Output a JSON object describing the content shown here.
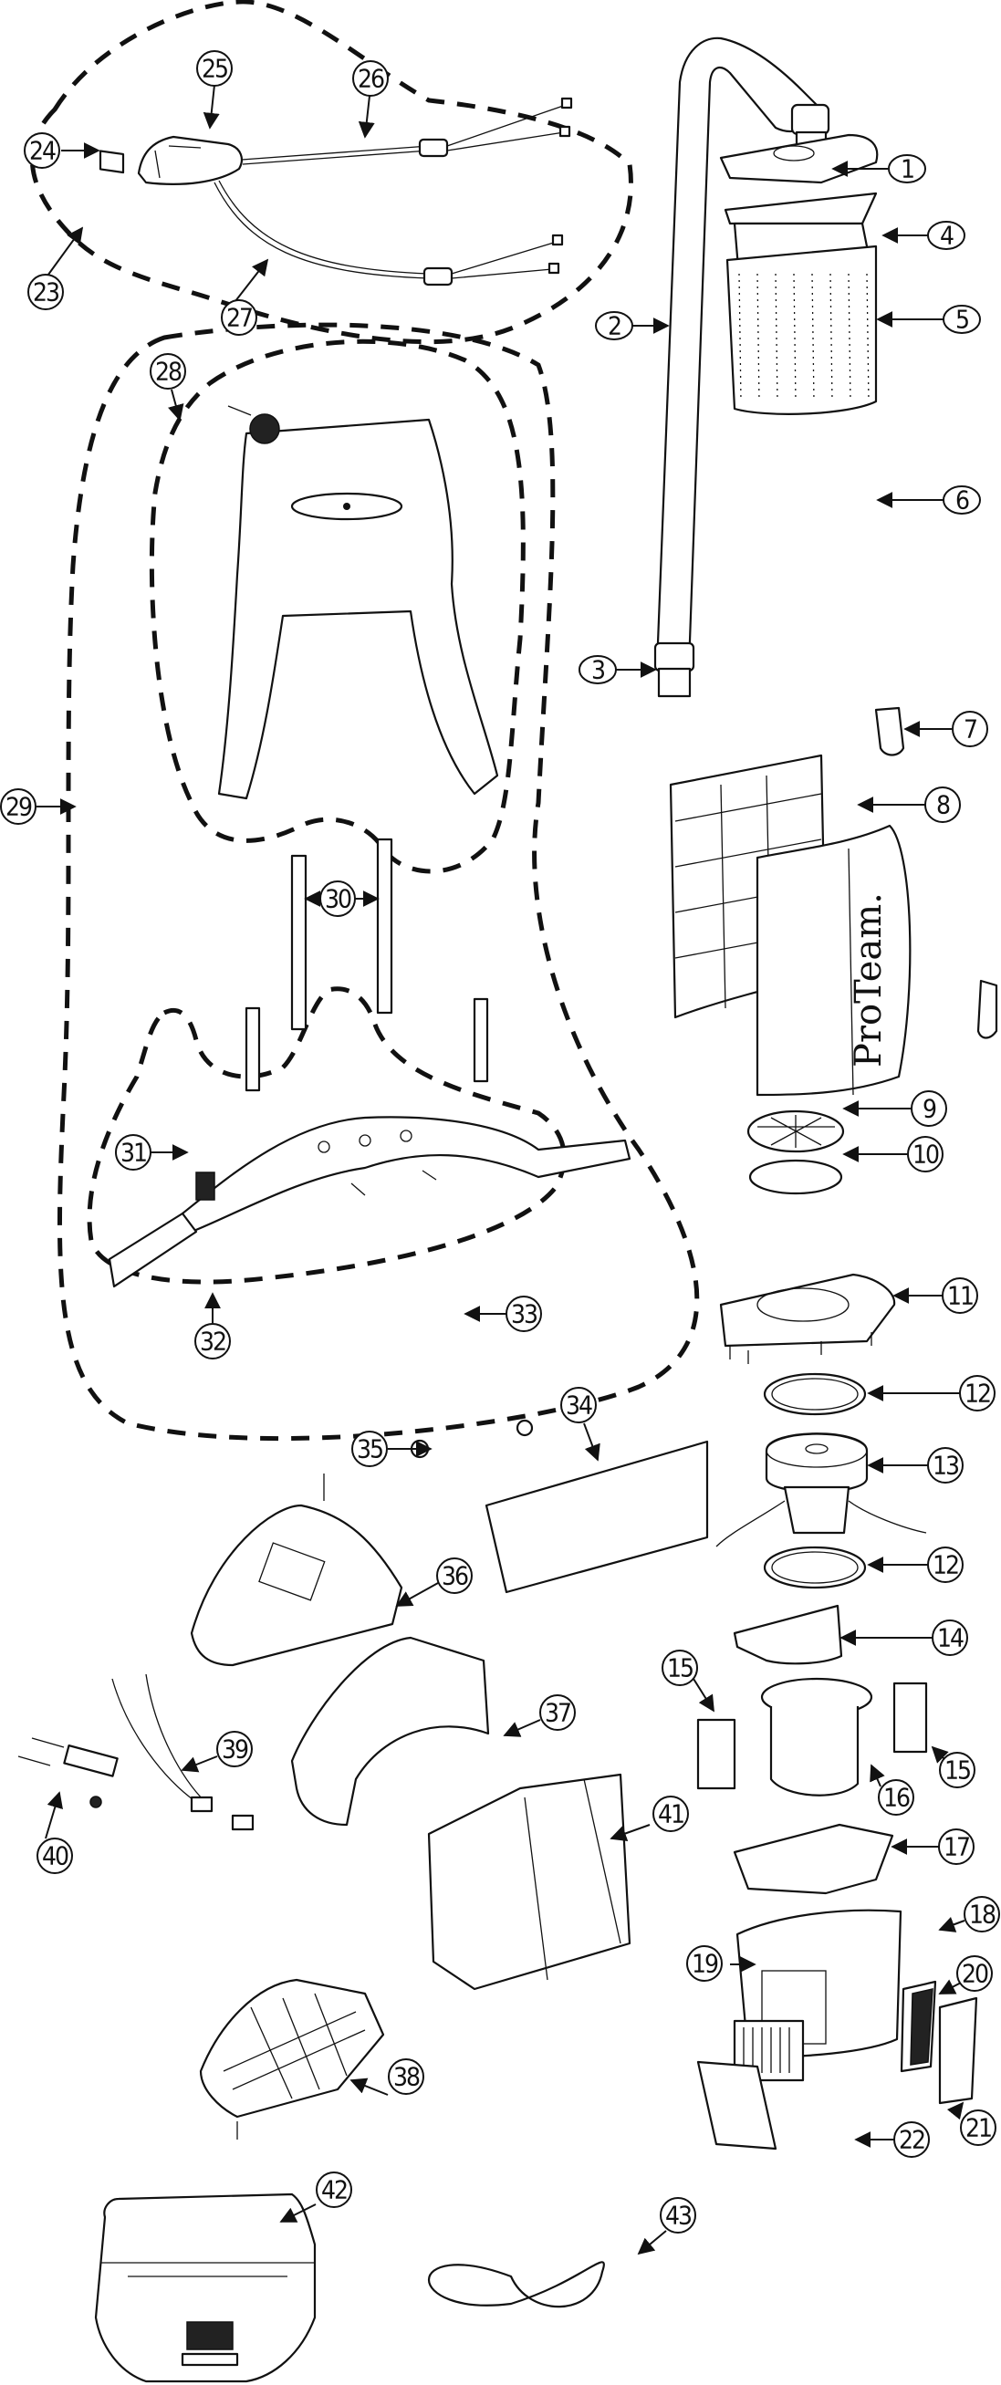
{
  "diagram": {
    "type": "exploded-parts-diagram",
    "brand_logo": "ProTeam.",
    "callouts": [
      {
        "id": "c1",
        "number": "1"
      },
      {
        "id": "c2",
        "number": "2"
      },
      {
        "id": "c3",
        "number": "3"
      },
      {
        "id": "c4",
        "number": "4"
      },
      {
        "id": "c5",
        "number": "5"
      },
      {
        "id": "c6",
        "number": "6"
      },
      {
        "id": "c7",
        "number": "7"
      },
      {
        "id": "c8",
        "number": "8"
      },
      {
        "id": "c9",
        "number": "9"
      },
      {
        "id": "c10",
        "number": "10"
      },
      {
        "id": "c11",
        "number": "11"
      },
      {
        "id": "c12a",
        "number": "12"
      },
      {
        "id": "c13",
        "number": "13"
      },
      {
        "id": "c12b",
        "number": "12"
      },
      {
        "id": "c14",
        "number": "14"
      },
      {
        "id": "c15a",
        "number": "15"
      },
      {
        "id": "c15b",
        "number": "15"
      },
      {
        "id": "c16",
        "number": "16"
      },
      {
        "id": "c17",
        "number": "17"
      },
      {
        "id": "c18",
        "number": "18"
      },
      {
        "id": "c19",
        "number": "19"
      },
      {
        "id": "c20",
        "number": "20"
      },
      {
        "id": "c21",
        "number": "21"
      },
      {
        "id": "c22",
        "number": "22"
      },
      {
        "id": "c23",
        "number": "23"
      },
      {
        "id": "c24",
        "number": "24"
      },
      {
        "id": "c25",
        "number": "25"
      },
      {
        "id": "c26",
        "number": "26"
      },
      {
        "id": "c27",
        "number": "27"
      },
      {
        "id": "c28",
        "number": "28"
      },
      {
        "id": "c29",
        "number": "29"
      },
      {
        "id": "c30",
        "number": "30"
      },
      {
        "id": "c31",
        "number": "31"
      },
      {
        "id": "c32",
        "number": "32"
      },
      {
        "id": "c33",
        "number": "33"
      },
      {
        "id": "c34",
        "number": "34"
      },
      {
        "id": "c35",
        "number": "35"
      },
      {
        "id": "c36",
        "number": "36"
      },
      {
        "id": "c37",
        "number": "37"
      },
      {
        "id": "c38",
        "number": "38"
      },
      {
        "id": "c39",
        "number": "39"
      },
      {
        "id": "c40",
        "number": "40"
      },
      {
        "id": "c41",
        "number": "41"
      },
      {
        "id": "c42",
        "number": "42"
      },
      {
        "id": "c43",
        "number": "43"
      }
    ]
  }
}
